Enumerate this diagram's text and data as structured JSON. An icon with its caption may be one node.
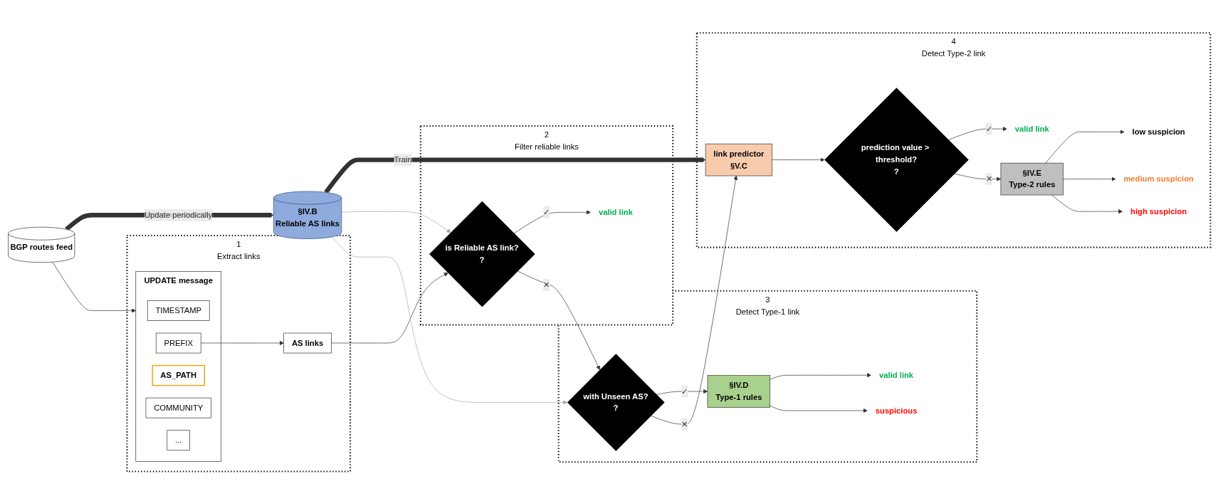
{
  "diagram": {
    "nodes": [
      {
        "text": [
          "§IV.B",
          "Reliable AS links"
        ]
      },
      {
        "text": [
          "BGP routes feed"
        ]
      },
      {
        "text": [
          "1",
          "Extract links"
        ]
      },
      {
        "text": [
          "UPDATE message"
        ],
        "in": 2
      },
      {
        "text": [
          "TIMESTAMP"
        ],
        "in": 3
      },
      {
        "text": [
          "PREFIX"
        ],
        "in": 3
      },
      {
        "text": [
          "AS_PATH"
        ],
        "in": 3
      },
      {
        "text": [
          "COMMUNITY"
        ],
        "in": 3
      },
      {
        "text": [
          "..."
        ],
        "in": 3
      },
      {
        "text": [
          "AS links"
        ],
        "in": 2
      },
      {
        "text": [
          "2",
          "Filter reliable links"
        ]
      },
      {
        "text": [
          "is Reliable AS link?",
          "?"
        ],
        "in": 10
      },
      {
        "text": [
          "valid link"
        ],
        "in": 10
      },
      {
        "text": [
          "3",
          "Detect Type-1 link"
        ]
      },
      {
        "text": [
          "with Unseen AS?",
          "?"
        ],
        "in": 13
      },
      {
        "text": [
          "§IV.D",
          "Type-1 rules"
        ],
        "in": 13
      },
      {
        "text": [
          "valid link"
        ],
        "in": 13
      },
      {
        "text": [
          "suspicious"
        ],
        "in": 13
      },
      {
        "text": [
          "4",
          "Detect Type-2 link"
        ]
      },
      {
        "text": [
          "link predictor",
          "§V.C"
        ],
        "in": 18
      },
      {
        "text": [
          "prediction value > threshold?",
          "?"
        ],
        "in": 18
      },
      {
        "text": [
          "valid link"
        ],
        "in": 18
      },
      {
        "text": [
          "§IV.E",
          "Type-2 rules"
        ],
        "in": 18
      },
      {
        "text": [
          "low suspicion"
        ],
        "in": 18
      },
      {
        "text": [
          "medium suspicion"
        ],
        "in": 18
      },
      {
        "text": [
          "high suspicion"
        ],
        "in": 18
      }
    ],
    "edges": [
      {
        "from": 1,
        "to": 0,
        "arrow": "to",
        "label": "Update periodically",
        "style": "thick"
      },
      {
        "from": 0,
        "to": 19,
        "arrow": "to",
        "label": "Train",
        "style": "thick"
      },
      {
        "from": 1,
        "to": 3,
        "arrow": "to"
      },
      {
        "from": 5,
        "to": 9,
        "arrow": "to"
      },
      {
        "from": 9,
        "to": 11,
        "arrow": "to"
      },
      {
        "from": 0,
        "to": 11,
        "arrow": "to",
        "color": "#a6a6a6"
      },
      {
        "from": 0,
        "to": 14,
        "arrow": "to",
        "color": "#a6a6a6"
      },
      {
        "from": 11,
        "to": 12,
        "arrow": "to",
        "label": "✓"
      },
      {
        "from": 11,
        "to": 14,
        "arrow": "to",
        "label": "✕"
      },
      {
        "from": 14,
        "to": 15,
        "arrow": "to",
        "label": "✓"
      },
      {
        "from": 14,
        "to": 19,
        "arrow": "to",
        "label": "✕"
      },
      {
        "from": 15,
        "to": 16,
        "arrow": "to"
      },
      {
        "from": 15,
        "to": 17,
        "arrow": "to"
      },
      {
        "from": 19,
        "to": 20,
        "arrow": "to"
      },
      {
        "from": 20,
        "to": 21,
        "arrow": "to",
        "label": "✓"
      },
      {
        "from": 20,
        "to": 22,
        "arrow": "to",
        "label": "✕"
      },
      {
        "from": 22,
        "to": 23,
        "arrow": "to"
      },
      {
        "from": 22,
        "to": 24,
        "arrow": "to"
      },
      {
        "from": 22,
        "to": 25,
        "arrow": "to"
      }
    ]
  }
}
